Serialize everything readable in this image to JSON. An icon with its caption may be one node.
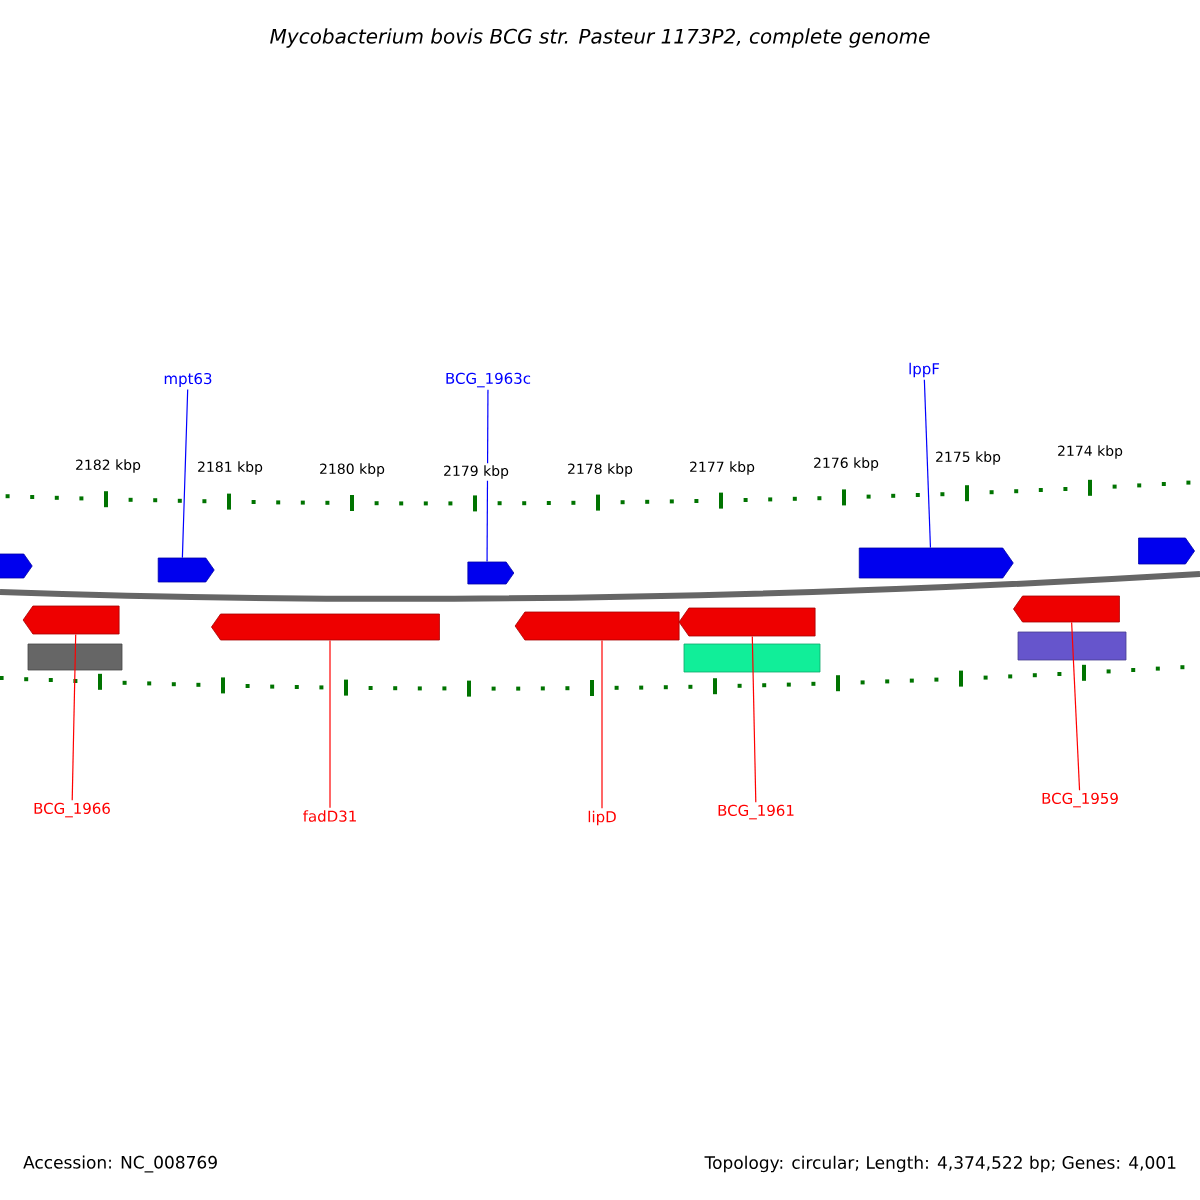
{
  "diagram": {
    "title": "Mycobacterium bovis BCG str. Pasteur 1173P2, complete genome",
    "nodes": [
      {
        "text": [
          "mpt63"
        ]
      },
      {
        "text": [
          "BCG_1963c"
        ]
      },
      {
        "text": [
          "lppF"
        ]
      },
      {
        "text": [],
        "shape": "arrow"
      },
      {
        "text": [],
        "shape": "arrow"
      },
      {
        "text": [],
        "shape": "arrow"
      },
      {
        "text": [],
        "shape": "arrow"
      },
      {
        "text": [],
        "shape": "arrow"
      },
      {
        "text": [],
        "shape": "arrow"
      },
      {
        "text": [],
        "shape": "bar"
      },
      {
        "text": [],
        "shape": "arrow"
      },
      {
        "text": [],
        "shape": "arrow"
      },
      {
        "text": [],
        "shape": "arrow"
      },
      {
        "text": [],
        "shape": "bar"
      },
      {
        "text": [],
        "shape": "arrow"
      },
      {
        "text": [],
        "shape": "bar"
      },
      {
        "text": [
          "BCG_1966"
        ]
      },
      {
        "text": [
          "fadD31"
        ]
      },
      {
        "text": [
          "lipD"
        ]
      },
      {
        "text": [
          "BCG_1961"
        ]
      },
      {
        "text": [
          "BCG_1959"
        ]
      }
    ],
    "edges": [
      {
        "from": 0,
        "to": 4,
        "arrow": "none",
        "color": "#0000ff"
      },
      {
        "from": 1,
        "to": 5,
        "arrow": "none",
        "color": "#0000ff"
      },
      {
        "from": 2,
        "to": 6,
        "arrow": "none",
        "color": "#0000ff"
      },
      {
        "from": 16,
        "to": 8,
        "arrow": "none"
      },
      {
        "from": 17,
        "to": 10,
        "arrow": "none"
      },
      {
        "from": 18,
        "to": 11,
        "arrow": "none"
      },
      {
        "from": 19,
        "to": 12,
        "arrow": "none"
      },
      {
        "from": 20,
        "to": 14,
        "arrow": "none"
      }
    ],
    "labels": [
      "2182 kbp",
      "2181 kbp",
      "2180 kbp",
      "2179 kbp",
      "2178 kbp",
      "2177 kbp",
      "2176 kbp",
      "2175 kbp",
      "2174 kbp",
      "Accession: NC_008769",
      "Topology: circular; Length: 4,374,522 bp; Genes: 4,001"
    ]
  }
}
